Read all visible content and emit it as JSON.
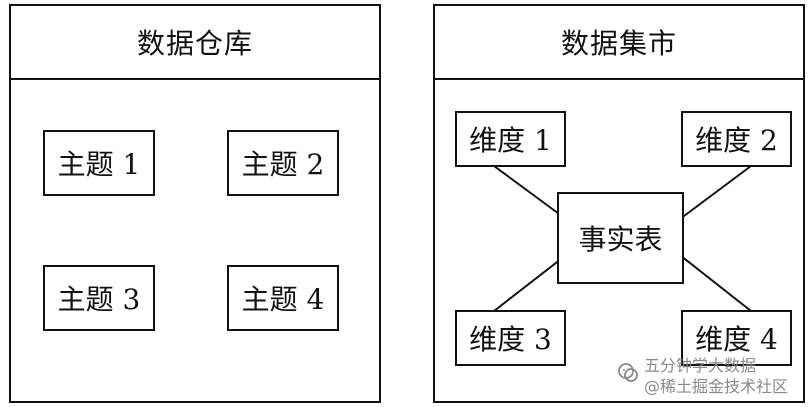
{
  "warehouse": {
    "title": "数据仓库",
    "topics": [
      "主题 1",
      "主题 2",
      "主题 3",
      "主题 4"
    ]
  },
  "mart": {
    "title": "数据集市",
    "fact_table": "事实表",
    "dimensions": [
      "维度 1",
      "维度 2",
      "维度 3",
      "维度 4"
    ]
  },
  "watermark": {
    "line1": "五分钟学大数据",
    "line2": "@稀土掘金技术社区",
    "icon": "wechat-icon"
  }
}
